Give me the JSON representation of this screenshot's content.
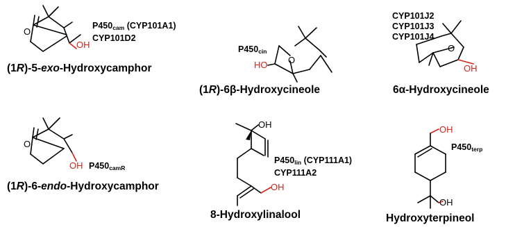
{
  "compounds": [
    {
      "name_parts": [
        "(1",
        "R",
        ")-5-",
        "exo",
        "-Hydroxycamphor"
      ],
      "enzymes": [
        {
          "base": "P450",
          "sub": "cam",
          "suffix": " (CYP101A1)"
        },
        {
          "base": "CYP101D2",
          "sub": "",
          "suffix": ""
        }
      ],
      "atoms": {
        "o_keto": "O",
        "oh": "OH"
      }
    },
    {
      "name_parts": [
        "(1",
        "R",
        ")-6β-Hydroxycineole"
      ],
      "enzymes": [
        {
          "base": "P450",
          "sub": "cin",
          "suffix": ""
        }
      ],
      "atoms": {
        "o_ring": "O",
        "ho": "HO"
      }
    },
    {
      "name": "6α-Hydroxycineole",
      "enzymes": [
        {
          "base": "CYP101J2",
          "sub": "",
          "suffix": ""
        },
        {
          "base": "CYP101J3",
          "sub": "",
          "suffix": ""
        },
        {
          "base": "CYP101J4",
          "sub": "",
          "suffix": ""
        }
      ],
      "atoms": {
        "o_ring": "O",
        "oh": "OH"
      }
    },
    {
      "name_parts": [
        "(1",
        "R",
        ")-6-",
        "endo",
        "-Hydroxycamphor"
      ],
      "enzymes": [
        {
          "base": "P450",
          "sub": "camR",
          "suffix": ""
        }
      ],
      "atoms": {
        "o_keto": "O",
        "oh": "OH"
      }
    },
    {
      "name": "8-Hydroxylinalool",
      "enzymes": [
        {
          "base": "P450",
          "sub": "lin",
          "suffix": " (CYP111A1)"
        },
        {
          "base": "CYP111A2",
          "sub": "",
          "suffix": ""
        }
      ],
      "atoms": {
        "oh_top": "OH",
        "oh_bottom": "OH"
      }
    },
    {
      "name": "Hydroxyterpineol",
      "enzymes": [
        {
          "base": "P450",
          "sub": "terp",
          "suffix": ""
        }
      ],
      "atoms": {
        "oh_top": "OH",
        "oh_bottom": "OH"
      }
    }
  ],
  "colors": {
    "bond": "#000000",
    "hydroxyl": "#d0261c",
    "text": "#000000"
  }
}
